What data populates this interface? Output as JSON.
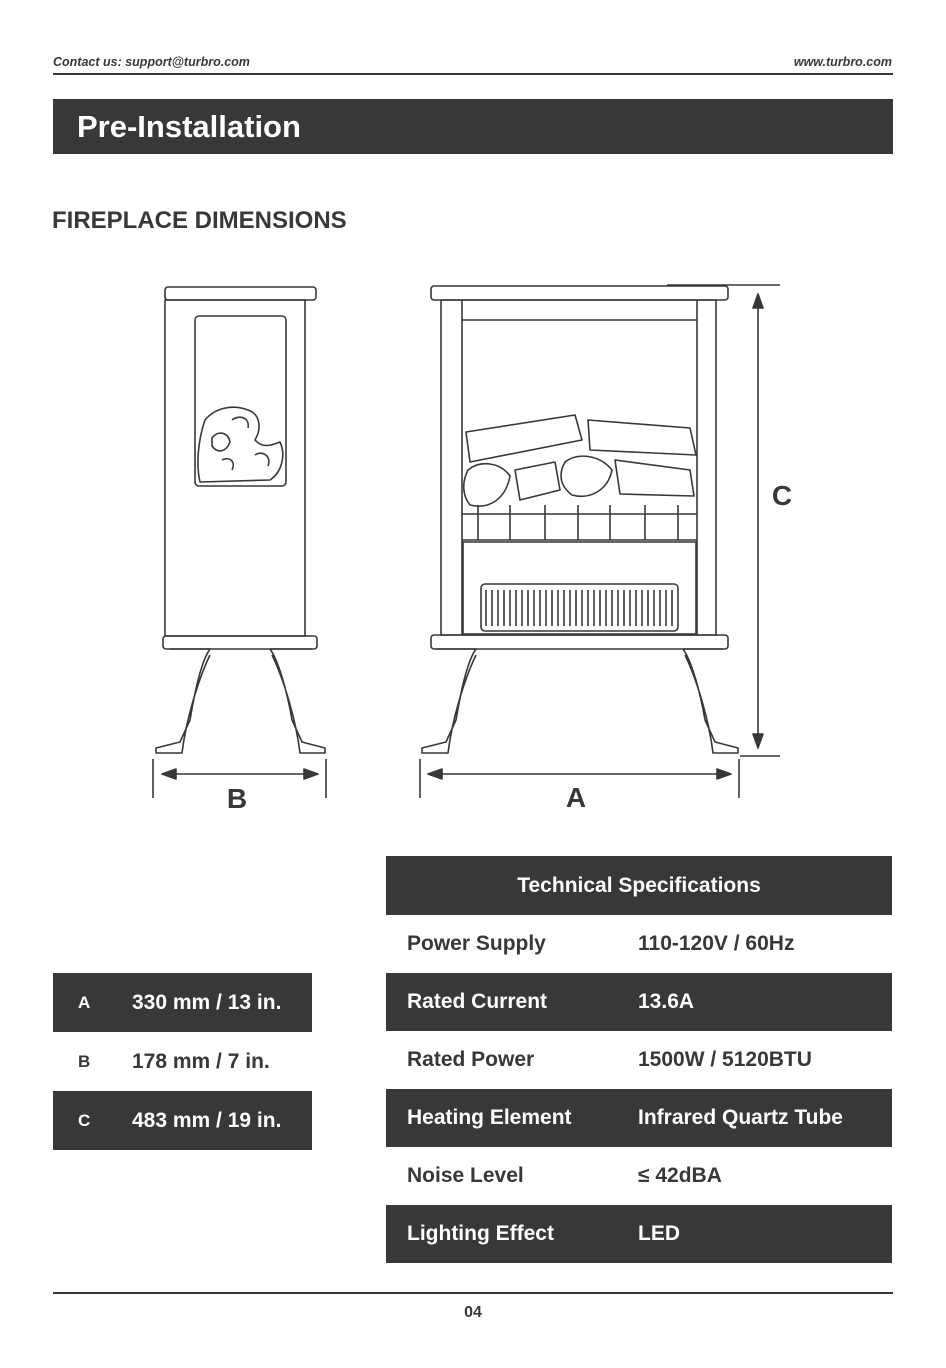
{
  "header": {
    "contact": "Contact us: support@turbro.com",
    "website": "www.turbro.com"
  },
  "banner": {
    "title": "Pre-Installation"
  },
  "section": {
    "title": "FIREPLACE DIMENSIONS"
  },
  "diagram": {
    "label_a": "A",
    "label_b": "B",
    "label_c": "C"
  },
  "dimensions": [
    {
      "key": "A",
      "value": "330 mm / 13 in."
    },
    {
      "key": "B",
      "value": "178 mm / 7 in."
    },
    {
      "key": "C",
      "value": "483 mm / 19 in."
    }
  ],
  "specs": {
    "heading": "Technical Specifications",
    "rows": [
      {
        "label": "Power Supply",
        "value": "110-120V / 60Hz"
      },
      {
        "label": "Rated Current",
        "value": "13.6A"
      },
      {
        "label": "Rated Power",
        "value": "1500W / 5120BTU"
      },
      {
        "label": "Heating Element",
        "value": "Infrared Quartz Tube"
      },
      {
        "label": "Noise Level",
        "value": "≤ 42dBA"
      },
      {
        "label": "Lighting Effect",
        "value": "LED"
      }
    ]
  },
  "footer": {
    "page_number": "04"
  },
  "colors": {
    "dark": "#3a3738",
    "light": "#ffffff"
  }
}
